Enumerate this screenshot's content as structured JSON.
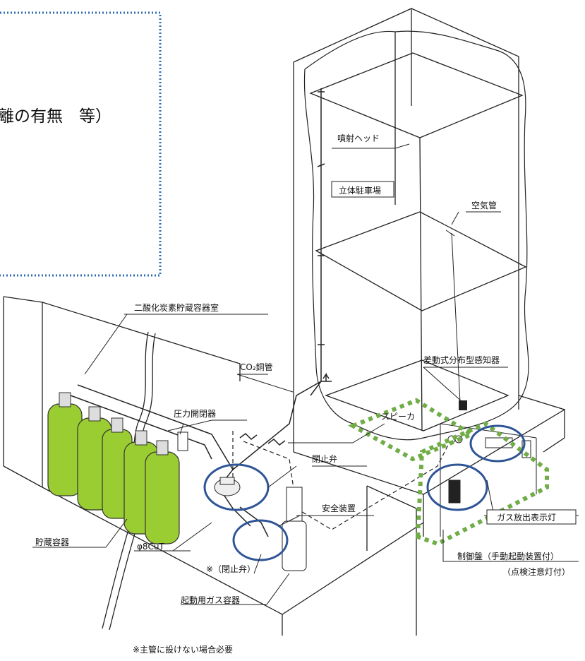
{
  "header_box": {
    "text": "離の有無　等）"
  },
  "labels": {
    "injection_head": "噴射ヘッド",
    "parking": "立体駐車場",
    "air_pipe": "空気管",
    "storage_room": "二酸化炭素貯蔵容器室",
    "detector": "差動式分布型感知器",
    "co2_pipe": "CO₂銅管",
    "pressure_switch": "圧力開閉器",
    "speaker": "スピーカ",
    "stop_valve": "閉止弁",
    "safety_device": "安全装置",
    "gas_indicator": "ガス放出表示灯",
    "container": "貯蔵容器",
    "cu_pipe": "φ8CuT",
    "stop_valve_note": "※（閉止弁）",
    "control_panel": "制御盤（手動起動装置付）",
    "inspection_lamp": "（点検注意灯付）",
    "start_gas": "起動用ガス容器",
    "footnote": "※主管に設けない場合必要"
  },
  "colors": {
    "line": "#222222",
    "cylinder": "#9ACD32",
    "cylinder_dark": "#6E9E1A",
    "dotted_box": "#2E6DB4",
    "circle": "#2F5597",
    "dash_green": "#70AD47"
  }
}
